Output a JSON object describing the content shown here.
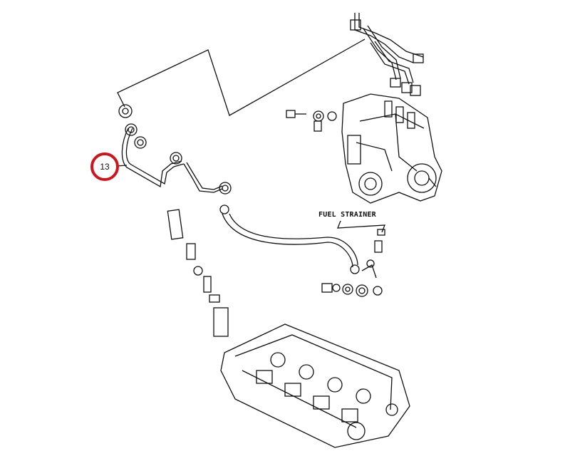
{
  "diagram": {
    "callouts": [
      {
        "number": "13",
        "color": "#d0141b"
      }
    ],
    "labels": {
      "fuel_strainer": "FUEL STRAINER"
    },
    "components": [
      "fuel-injection-pump",
      "injection-pipes",
      "injector-nozzle",
      "fuel-hose",
      "fuel-strainer-fittings",
      "cylinder-head"
    ]
  }
}
